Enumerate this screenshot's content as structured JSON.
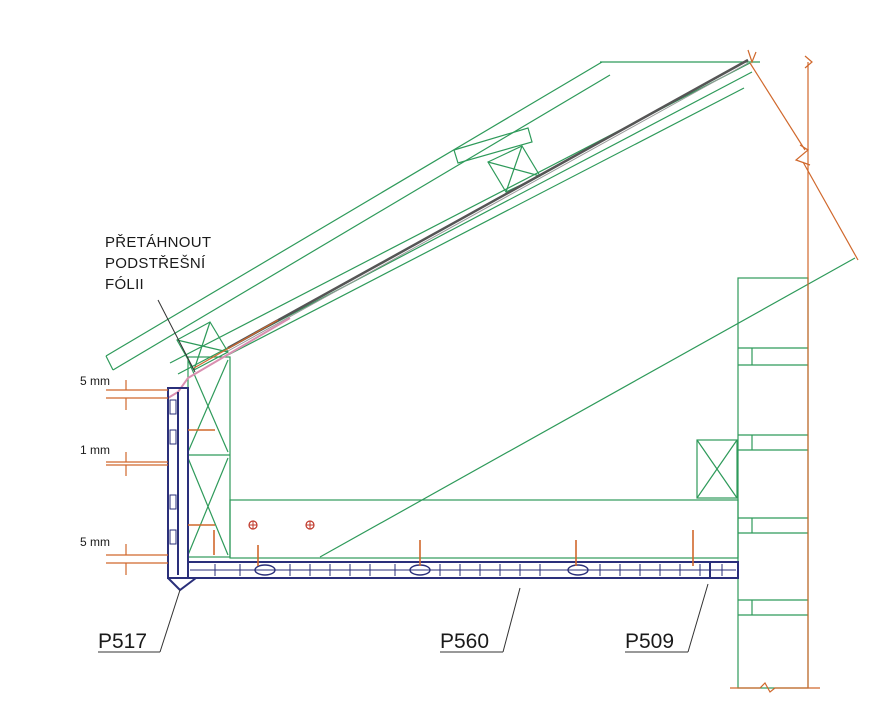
{
  "note_lines": [
    "PŘETÁHNOUT",
    "PODSTŘEŠNÍ",
    "FÓLII"
  ],
  "dimensions": [
    {
      "id": "top",
      "value": "5 mm"
    },
    {
      "id": "middle",
      "value": "1 mm"
    },
    {
      "id": "bottom",
      "value": "5 mm"
    }
  ],
  "profiles": [
    {
      "id": "corner",
      "code": "P517"
    },
    {
      "id": "soffit",
      "code": "P560"
    },
    {
      "id": "end",
      "code": "P509"
    }
  ],
  "colors": {
    "structure": "#2e9a5a",
    "dimension": "#d0682c",
    "profile": "#2a2f7a",
    "membrane": "#d98fb0",
    "text": "#1a1a1a"
  }
}
